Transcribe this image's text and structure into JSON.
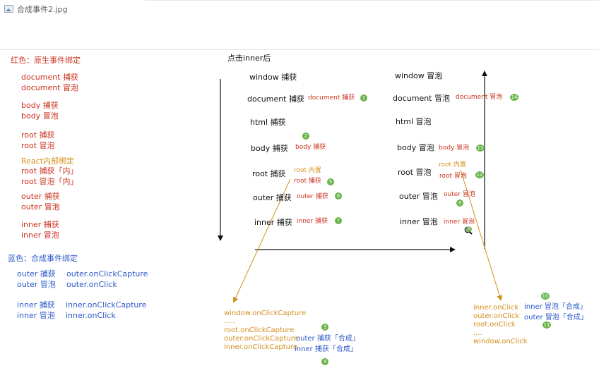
{
  "window": {
    "title": "合成事件2.jpg",
    "icon": "image-file-icon"
  },
  "heading": "点击inner后",
  "legend_red": {
    "title": "红色：原生事件绑定",
    "items": [
      "document 捕获",
      "document 冒泡",
      "body 捕获",
      "body 冒泡",
      "root 捕获",
      "root 冒泡"
    ],
    "react": [
      "React内部绑定",
      "root 捕获「内」",
      "root 冒泡「内」"
    ],
    "items2": [
      "outer 捕获",
      "outer 冒泡",
      "inner 捕获",
      "inner 冒泡"
    ]
  },
  "legend_blue": {
    "title": "蓝色：合成事件绑定",
    "rows": [
      {
        "left": "outer 捕获",
        "right": "outer.onClickCapture"
      },
      {
        "left": "outer 冒泡",
        "right": "outer.onClick"
      },
      {
        "left": "inner 捕获",
        "right": "inner.onClickCapture"
      },
      {
        "left": "inner 冒泡",
        "right": "inner.onClick"
      }
    ]
  },
  "capture": {
    "nodes": [
      "window 捕获",
      "document 捕获",
      "html 捕获",
      "body 捕获",
      "root 捕获",
      "outer 捕获",
      "inner 捕获"
    ],
    "events": [
      "document 捕获",
      "body 捕获",
      "root 内置",
      "root 捕获",
      "outer 捕获",
      "inner 捕获"
    ],
    "badges": [
      "1",
      "2",
      "5",
      "6",
      "7"
    ]
  },
  "bubble": {
    "nodes": [
      "window 冒泡",
      "document 冒泡",
      "html 冒泡",
      "body 冒泡",
      "root 冒泡",
      "outer 冒泡",
      "inner 冒泡"
    ],
    "events": [
      "document 冒泡",
      "body 冒泡",
      "root 内置",
      "root 冒泡",
      "outer 冒泡",
      "inner 冒泡"
    ],
    "badges": [
      "14",
      "13",
      "12",
      "9",
      "8"
    ]
  },
  "capture_list": {
    "items": [
      "window.onClickCapture",
      ".....",
      "root.onClickCapture",
      "outer.onClickCapture",
      "inner.onClickCapture"
    ],
    "synthetic": [
      "outer 捕获「合成」",
      "inner 捕获「合成」"
    ],
    "badges": [
      "3",
      "4"
    ]
  },
  "bubble_list": {
    "items": [
      "inner.onClick",
      "outer.onClick",
      "root.onClick",
      "....",
      "window.onClick"
    ],
    "synthetic": [
      "inner 冒泡「合成」",
      "outer 冒泡「合成」"
    ],
    "badges": [
      "10",
      "11"
    ]
  },
  "colors": {
    "red": "#cc3320",
    "orange": "#d4901e",
    "blue": "#2b58c8",
    "green": "#6ab34a",
    "black": "#111111"
  },
  "cursor_icon": "zoom-in-icon"
}
